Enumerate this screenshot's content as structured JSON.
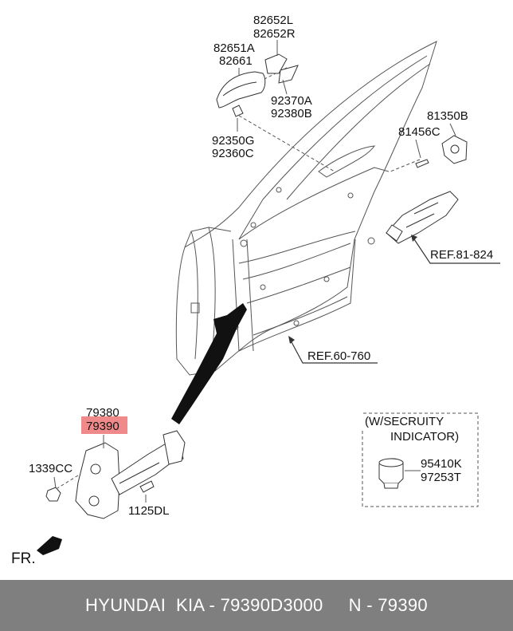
{
  "labels": {
    "p82652L": "82652L",
    "p82652R": "82652R",
    "p82651A": "82651A",
    "p82661": "82661",
    "p92370A": "92370A",
    "p92380B": "92380B",
    "p92350G": "92350G",
    "p92360C": "92360C",
    "p81350B": "81350B",
    "p81456C": "81456C",
    "ref81": "REF.81-824",
    "ref60": "REF.60-760",
    "p79380": "79380",
    "p79390": "79390",
    "p1339CC": "1339CC",
    "p1125DL": "1125DL",
    "security_line1": "(W/SECRUITY",
    "security_line2": "INDICATOR)",
    "p95410K": "95410K",
    "p97253T": "97253T",
    "fr": "FR."
  },
  "highlight_color": "#f08a8a",
  "footer": {
    "text": "HYUNDAI  KIA - 79390D3000     N - 79390"
  }
}
